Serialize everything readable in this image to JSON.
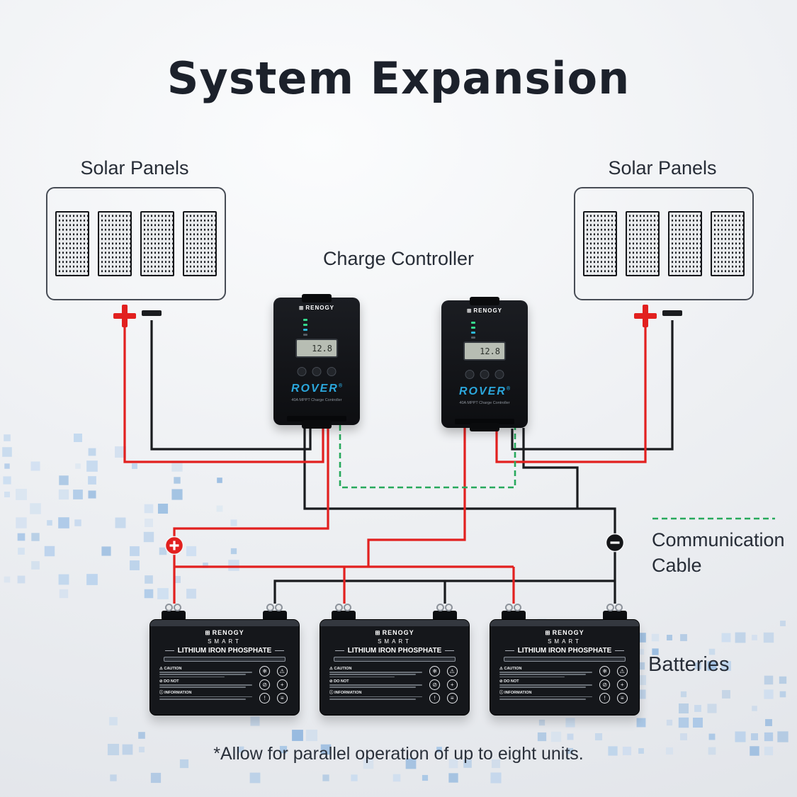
{
  "title": "System Expansion",
  "labels": {
    "solar_panels_left": "Solar Panels",
    "solar_panels_right": "Solar Panels",
    "charge_controller": "Charge Controller",
    "communication_cable": "Communication Cable",
    "batteries": "Batteries",
    "footnote": "*Allow for parallel operation of up to eight units."
  },
  "controller": {
    "brand": "RENOGY",
    "model": "ROVER",
    "registered": "®",
    "subtitle": "40A MPPT Charge Controller",
    "display_value": "12.8"
  },
  "battery": {
    "brand": "RENOGY",
    "series": "SMART",
    "chemistry": "LITHIUM IRON PHOSPHATE",
    "caution_icon": "⚠",
    "caution_title": "CAUTION",
    "do_not_icon": "⊘",
    "do_not_title": "DO NOT",
    "info_icon": "ⓘ",
    "information_title": "INFORMATION",
    "icons": [
      {
        "name": "snowflake-icon",
        "glyph": "❄"
      },
      {
        "name": "warning-icon",
        "glyph": "⚠"
      },
      {
        "name": "no-entry-icon",
        "glyph": "⊘"
      },
      {
        "name": "plus-icon",
        "glyph": "+"
      },
      {
        "name": "alert-icon",
        "glyph": "!"
      },
      {
        "name": "lines-icon",
        "glyph": "≡"
      }
    ]
  },
  "colors": {
    "positive_wire": "#e2201f",
    "negative_wire": "#191b1e",
    "communication_wire": "#27a95c",
    "accent_blue": "#2ba7dc"
  }
}
